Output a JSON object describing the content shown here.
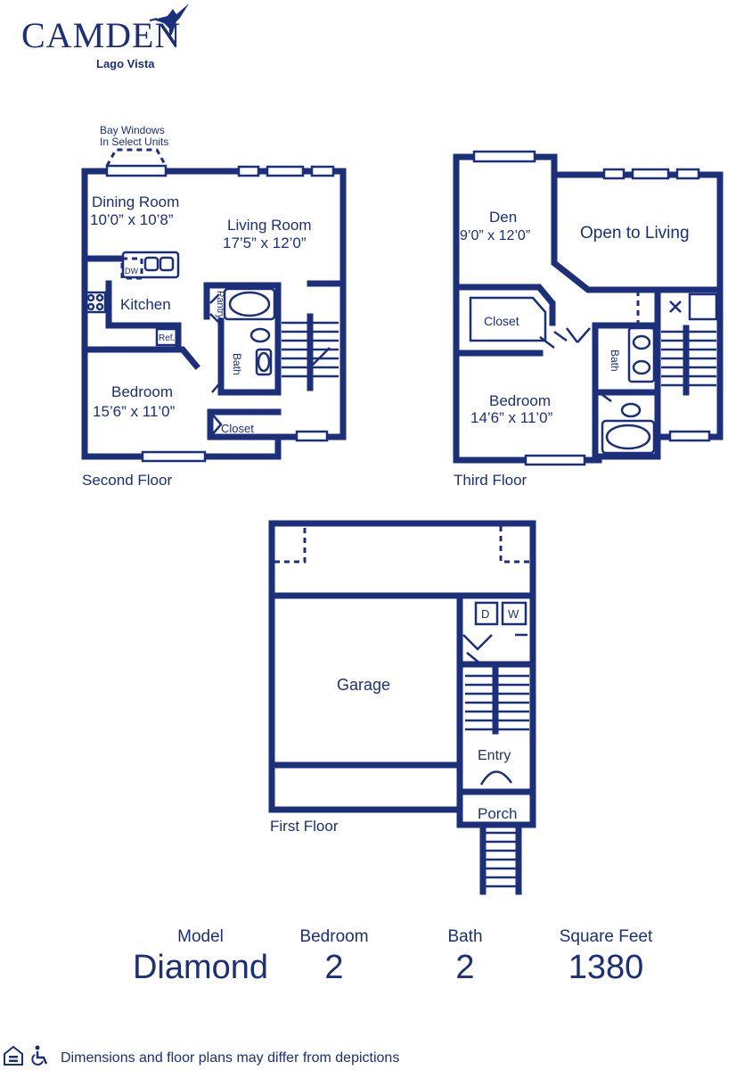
{
  "brand": {
    "name": "Camden",
    "name_display": "CAMDEN",
    "community": "Lago Vista",
    "logo_icon": "hummingbird-icon"
  },
  "floors": {
    "second": {
      "title": "Second Floor",
      "note_line1": "Bay Windows",
      "note_line2": "In Select Units",
      "dining_name": "Dining Room",
      "dining_dims": "10’0” x 10’8”",
      "living_name": "Living Room",
      "living_dims": "17’5” x 12’0”",
      "kitchen": "Kitchen",
      "dw": "DW",
      "ref": "Ref.",
      "pantry": "Pantry",
      "bath": "Bath",
      "bedroom_name": "Bedroom",
      "bedroom_dims": "15’6” x 11’0”",
      "closet": "Closet"
    },
    "third": {
      "title": "Third Floor",
      "den_name": "Den",
      "den_dims": "9’0” x 12’0”",
      "open": "Open to Living",
      "closet": "Closet",
      "bath": "Bath",
      "bedroom_name": "Bedroom",
      "bedroom_dims": "14’6” x 11’0”"
    },
    "first": {
      "title": "First Floor",
      "garage": "Garage",
      "dryer": "D",
      "washer": "W",
      "entry": "Entry",
      "porch": "Porch"
    }
  },
  "stats": [
    {
      "label": "Model",
      "value": "Diamond"
    },
    {
      "label": "Bedroom",
      "value": "2"
    },
    {
      "label": "Bath",
      "value": "2"
    },
    {
      "label": "Square Feet",
      "value": "1380"
    }
  ],
  "footer": {
    "disclaimer": "Dimensions and floor plans may differ from depictions",
    "icons": [
      "equal-housing-icon",
      "accessibility-icon"
    ]
  }
}
